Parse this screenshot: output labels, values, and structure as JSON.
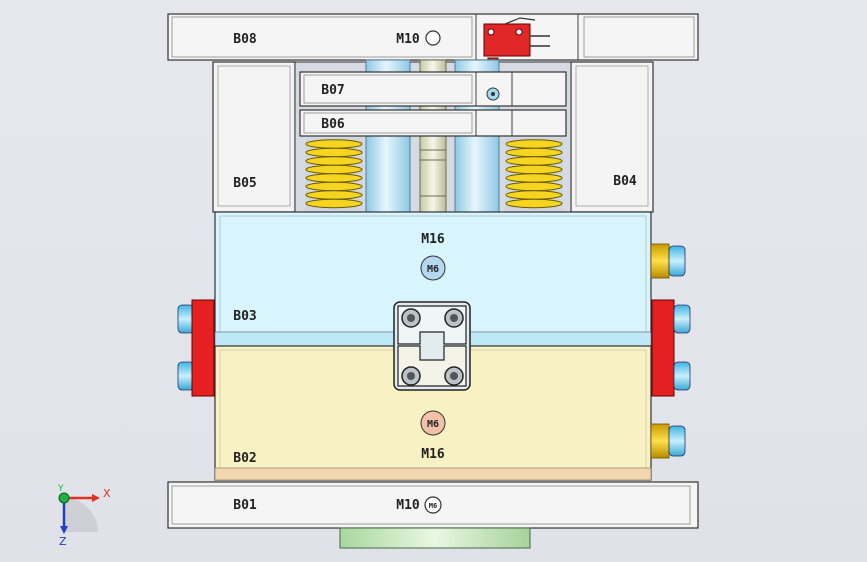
{
  "labels": {
    "b01": "B01",
    "b02": "B02",
    "b03": "B03",
    "b04": "B04",
    "b05": "B05",
    "b06": "B06",
    "b07": "B07",
    "b08": "B08",
    "m10_top": "M10",
    "m10_bottom": "M10",
    "m16_upper": "M16",
    "m16_lower": "M16",
    "m6_upper": "M6",
    "m6_lower": "M6",
    "m6_bottom": "M6"
  },
  "triad": {
    "x": "X",
    "y": "Y",
    "z": "Z"
  },
  "colors": {
    "background": "#e4e6eb",
    "plate": "#f4f4f4",
    "cavity_plate_upper": "#d7f3fb",
    "cavity_plate_lower": "#f7f0c0",
    "spring": "#f2d21a",
    "pillar": "#bde3f3",
    "block_red": "#e22020",
    "fitting_brass": "#e8b800",
    "nozzle_blue": "#6fd0f0",
    "x_axis": "#e03020",
    "y_axis": "#20b040",
    "z_axis": "#2040c0"
  }
}
